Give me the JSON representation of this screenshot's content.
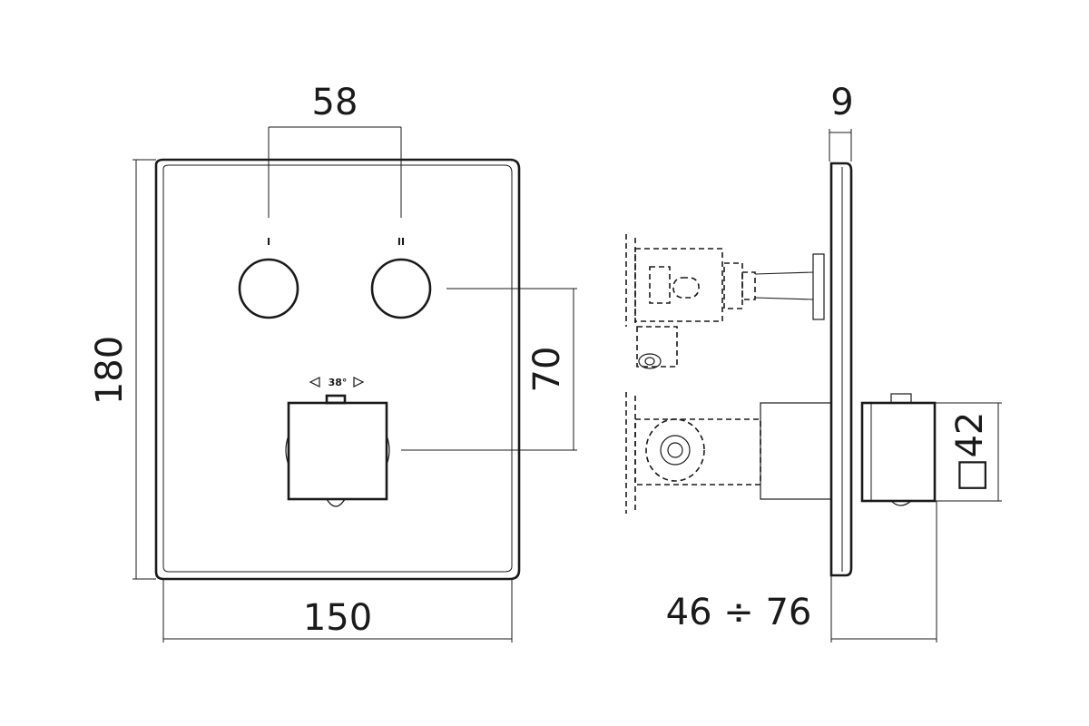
{
  "dimensions": {
    "button_spacing": "58",
    "plate_thickness": "9",
    "plate_height": "180",
    "plate_width": "150",
    "vertical_offset": "70",
    "wall_depth_range": "46 ÷ 76",
    "handle_size": "□42"
  },
  "labels": {
    "button_one": "I",
    "button_two": "II",
    "rotation": "38°"
  },
  "colors": {
    "ink": "#1a1a1a",
    "background": "#ffffff"
  }
}
